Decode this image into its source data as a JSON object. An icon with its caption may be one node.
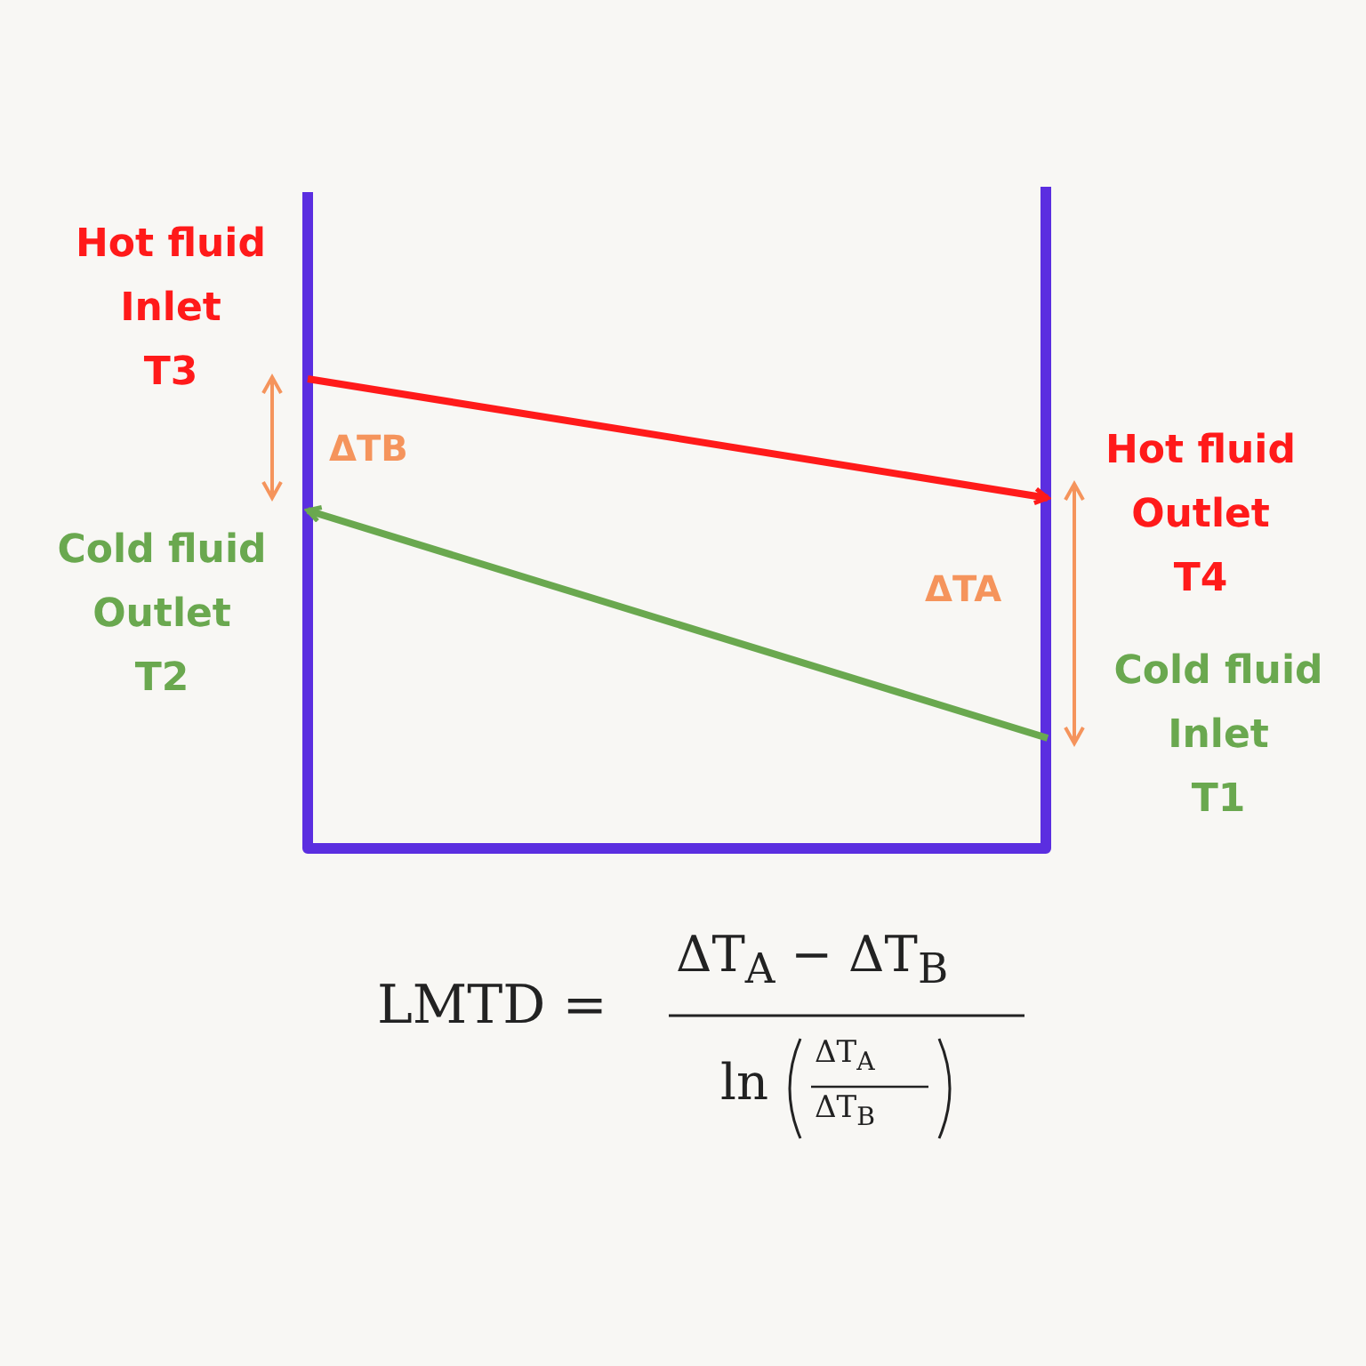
{
  "diagram": {
    "nodes": [
      {
        "text": [
          "Hot fluid Inlet",
          "T3"
        ]
      },
      {
        "text": [
          "Cold fluid Outlet",
          "T2"
        ]
      },
      {
        "text": [
          "Hot fluid Outlet",
          "T4"
        ]
      },
      {
        "text": [
          "Cold fluid Inlet",
          "T1"
        ]
      }
    ],
    "edges": [
      {
        "from": 0,
        "to": 2,
        "arrow": "to",
        "color": "#ff1a1a"
      },
      {
        "from": 3,
        "to": 1,
        "arrow": "to",
        "color": "#6aa84f"
      }
    ],
    "labels": [
      "ΔTB",
      "ΔTA",
      "LMTD =",
      "ΔT$_{A}$ − ΔT$_{B}$",
      "ln",
      "ΔT$_{A}$",
      "ΔT$_{B}$"
    ]
  }
}
